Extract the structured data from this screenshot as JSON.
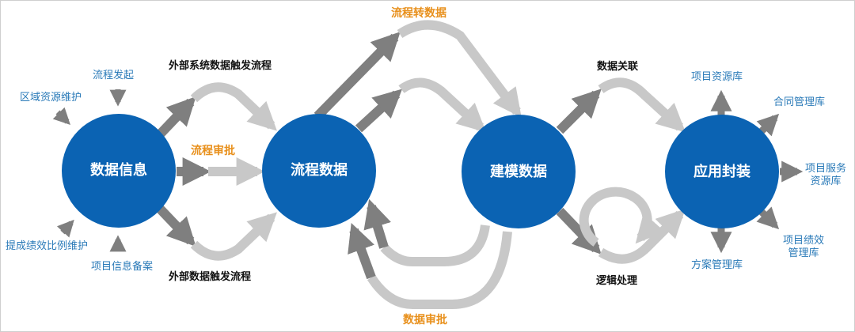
{
  "nodes": {
    "data_info": "数据信息",
    "process_data": "流程数据",
    "modeling_data": "建模数据",
    "app_package": "应用封装"
  },
  "left_inputs": {
    "process_start": "流程发起",
    "region_resource": "区域资源维护",
    "commission_ratio": "提成绩效比例维护",
    "project_filing": "项目信息备案"
  },
  "flows": {
    "external_system_trigger": "外部系统数据触发流程",
    "process_approval": "流程审批",
    "external_data_trigger": "外部数据触发流程",
    "process_to_data": "流程转数据",
    "data_approval": "数据审批",
    "data_link": "数据关联",
    "logic_processing": "逻辑处理"
  },
  "outputs": {
    "project_resource": "项目资源库",
    "contract_mgmt": "合同管理库",
    "project_service_resource": "项目服务资源库",
    "project_performance_mgmt": "项目绩效管理库",
    "plan_mgmt": "方案管理库"
  },
  "colors": {
    "node_blue": "#0b63b3",
    "arrow_dark": "#7f7f7f",
    "arrow_light": "#c8c8c8",
    "text_blue": "#2a7ab8",
    "text_orange": "#e8901c"
  }
}
